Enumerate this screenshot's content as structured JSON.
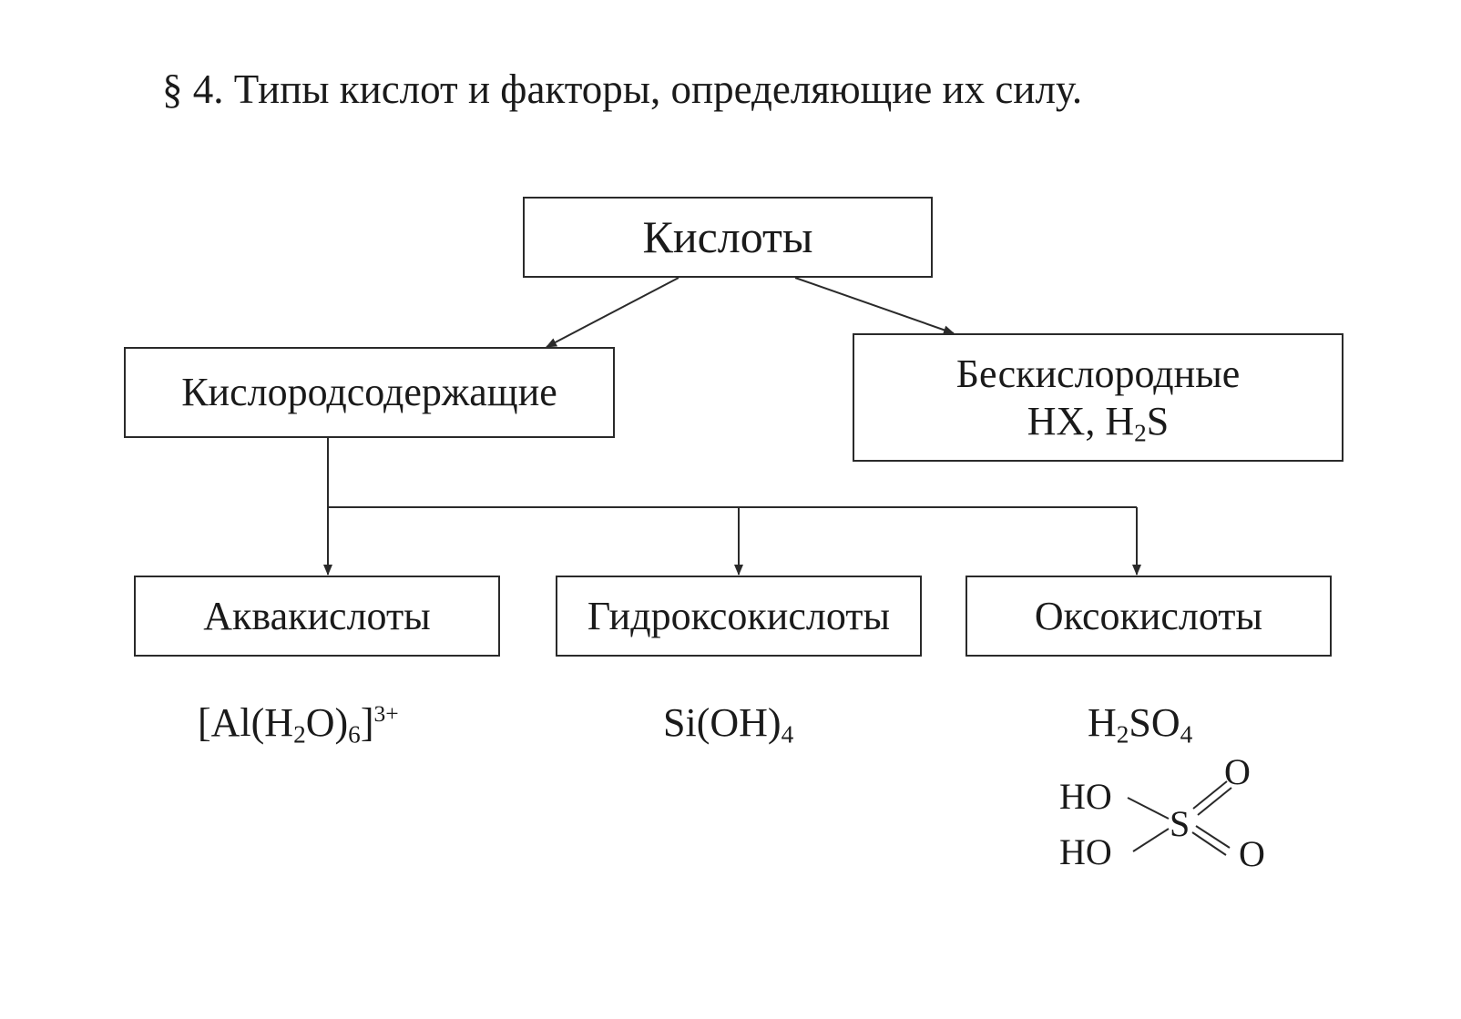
{
  "heading": "§ 4. Типы кислот и факторы, определяющие их силу.",
  "nodes": {
    "root": "Кислоты",
    "oxygen_containing": "Кислородсодержащие",
    "oxygen_free": {
      "label": "Бескислородные",
      "examples": {
        "hx": "HX, H",
        "sub": "2",
        "s": "S"
      }
    },
    "aqua": "Аквакислоты",
    "hydroxo": "Гидроксокислоты",
    "oxo": "Оксокислоты"
  },
  "formulas": {
    "aqua": {
      "a": "[Al(H",
      "sub1": "2",
      "b": "O)",
      "sub2": "6",
      "c": "]",
      "sup": "3+"
    },
    "hydroxo": {
      "a": "Si(OH)",
      "sub": "4"
    },
    "oxo": {
      "a": "H",
      "sub1": "2",
      "b": "SO",
      "sub2": "4"
    }
  },
  "structure": {
    "ho_top": "HO",
    "ho_bottom": "HO",
    "s": "S",
    "o_top": "O",
    "o_bottom": "O"
  }
}
